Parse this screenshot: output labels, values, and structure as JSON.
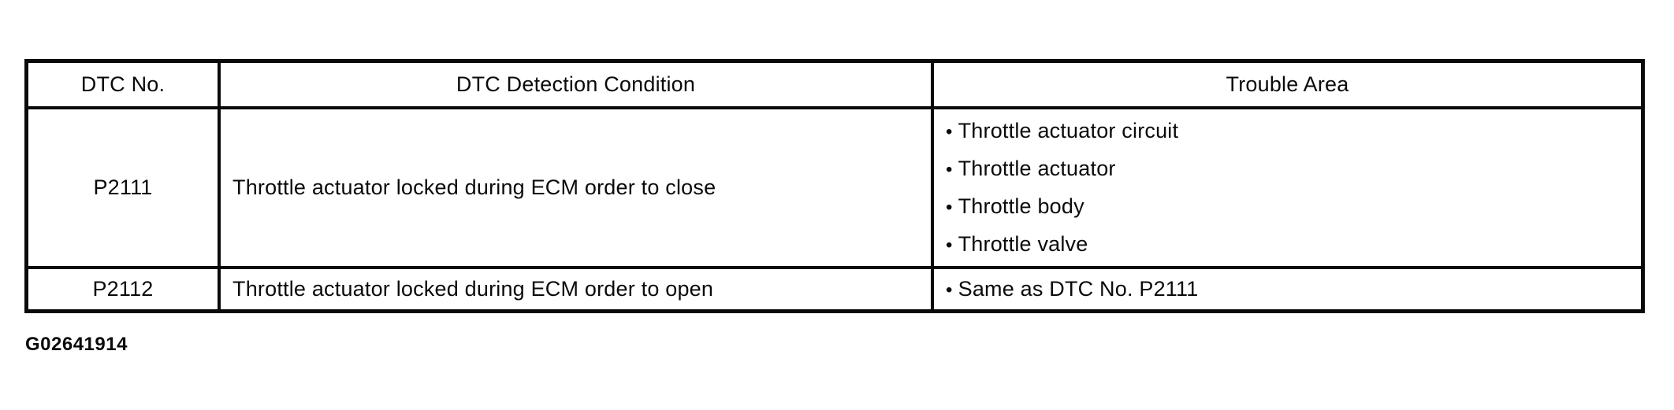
{
  "colors": {
    "ink": "#0a0a0a",
    "paper": "#ffffff"
  },
  "table": {
    "columns": [
      "DTC No.",
      "DTC Detection Condition",
      "Trouble Area"
    ],
    "rows": [
      {
        "dtc_no": "P2111",
        "detection_condition": "Throttle actuator locked during ECM order to close",
        "trouble_areas": [
          "Throttle actuator circuit",
          "Throttle actuator",
          "Throttle body",
          "Throttle valve"
        ]
      },
      {
        "dtc_no": "P2112",
        "detection_condition": "Throttle actuator locked during ECM order to open",
        "trouble_areas": [
          "Same as DTC No. P2111"
        ]
      }
    ]
  },
  "figure_id": "G02641914"
}
